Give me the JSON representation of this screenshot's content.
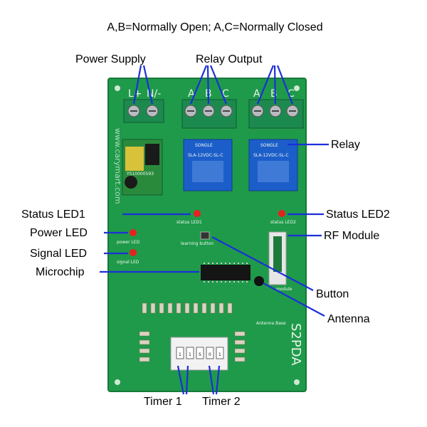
{
  "header": {
    "caption": "A,B=Normally Open; A,C=Normally Closed"
  },
  "labels": {
    "power_supply": "Power Supply",
    "relay_output": "Relay Output",
    "relay": "Relay",
    "status_led1": "Status LED1",
    "status_led2": "Status LED2",
    "power_led": "Power LED",
    "rf_module": "RF Module",
    "signal_led": "Signal LED",
    "microchip": "Microchip",
    "button": "Button",
    "antenna": "Antenna",
    "timer1": "Timer 1",
    "timer2": "Timer 2"
  },
  "board": {
    "model": "S2PDA",
    "watermark": "www.carymart.com",
    "terminals": {
      "power": [
        "L+",
        "N/-"
      ],
      "relay1": [
        "A",
        "B",
        "C"
      ],
      "relay2": [
        "A",
        "B",
        "C"
      ]
    },
    "relay_brand": "SONGLE",
    "relay_model": "SLA-12VDC-SL-C",
    "silk": {
      "status_led1": "status LED1",
      "status_led2": "status LED2",
      "power_led": "power LED",
      "signal_led": "signal LED",
      "learning_button": "learning button",
      "module": "module",
      "antenna_base": "Antenna Base",
      "power_module": "YS10000593"
    },
    "dip_switch_marks": [
      "1",
      "1",
      "S",
      "0",
      "1"
    ]
  },
  "colors": {
    "pcb": "#1f9a4a",
    "relay": "#1c5ec9",
    "terminal": "#1c8a4e",
    "arrow": "#1c2fd8",
    "led": "#e8201f"
  }
}
